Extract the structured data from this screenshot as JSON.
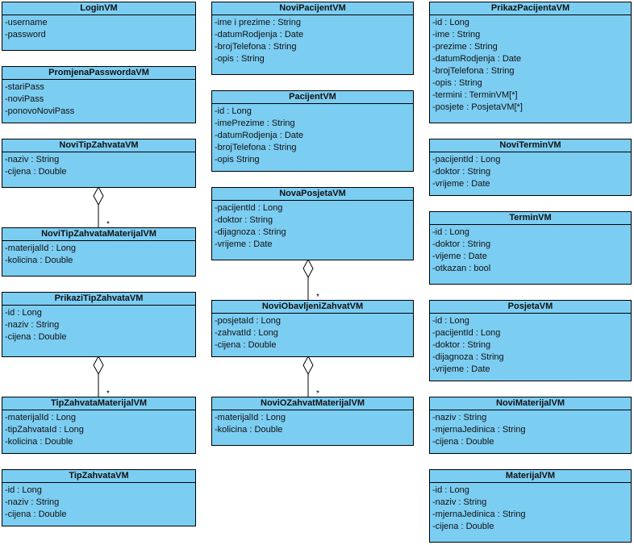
{
  "classes": [
    {
      "name": "LoginVM",
      "attrs": [
        "-username",
        "-password"
      ]
    },
    {
      "name": "PromjenaPasswordaVM",
      "attrs": [
        "-stariPass",
        "-noviPass",
        "-ponovoNoviPass"
      ]
    },
    {
      "name": "NoviTipZahvataVM",
      "attrs": [
        "-naziv : String",
        "-cijena : Double"
      ]
    },
    {
      "name": "NoviTipZahvataMaterijalVM",
      "attrs": [
        "-materijalId : Long",
        "-kolicina : Double"
      ]
    },
    {
      "name": "PrikaziTipZahvataVM",
      "attrs": [
        "-id : Long",
        "-naziv : String",
        "-cijena : Double"
      ]
    },
    {
      "name": "TipZahvataMaterijalVM",
      "attrs": [
        "-materijalId : Long",
        "-tipZahvataId : Long",
        "-kolicina : Double"
      ]
    },
    {
      "name": "TipZahvataVM",
      "attrs": [
        "-id : Long",
        "-naziv : String",
        "-cijena : Double"
      ]
    },
    {
      "name": "NoviPacijentVM",
      "attrs": [
        "-ime i prezime : String",
        "-datumRodjenja : Date",
        "-brojTelefona : String",
        "-opis : String"
      ]
    },
    {
      "name": "PacijentVM",
      "attrs": [
        "-id : Long",
        "-imePrezime : String",
        "-datumRodjenja : Date",
        "-brojTelefona : String",
        "-opis String"
      ]
    },
    {
      "name": "NovaPosjetaVM",
      "attrs": [
        "-pacijentId : Long",
        "-doktor : String",
        "-dijagnoza : String",
        "-vrijeme : Date"
      ]
    },
    {
      "name": "NoviObavljeniZahvatVM",
      "attrs": [
        "-posjetaId : Long",
        "-zahvatId : Long",
        "-cijena : Double"
      ]
    },
    {
      "name": "NoviOZahvatMaterijalVM",
      "attrs": [
        "-materijalId : Long",
        "-kolicina : Double"
      ]
    },
    {
      "name": "PrikazPacijentaVM",
      "attrs": [
        "-id : Long",
        "-ime : String",
        "-prezime : String",
        "-datumRodjenja : Date",
        "-brojTelefona : String",
        "-opis : String",
        "-termini : TerminVM[*]",
        "-posjete : PosjetaVM[*]"
      ]
    },
    {
      "name": "NoviTerminVM",
      "attrs": [
        "-pacijentId : Long",
        "-doktor : String",
        "-vrijeme : Date"
      ]
    },
    {
      "name": "TerminVM",
      "attrs": [
        "-id : Long",
        "-doktor : String",
        "-vijeme : Date",
        "-otkazan : bool"
      ]
    },
    {
      "name": "PosjetaVM",
      "attrs": [
        "-id : Long",
        "-pacijentId : Long",
        "-doktor : String",
        "-dijagnoza : String",
        "-vrijeme : Date"
      ]
    },
    {
      "name": "NoviMaterijalVM",
      "attrs": [
        "-naziv : String",
        "-mjernaJedinica : String",
        "-cijena : Double"
      ]
    },
    {
      "name": "MaterijalVM",
      "attrs": [
        "-id : Long",
        "-naziv : String",
        "-mjernaJedinica : String",
        "-cijena : Double"
      ]
    }
  ],
  "associations": [
    {
      "from": "NoviTipZahvataVM",
      "to": "NoviTipZahvataMaterijalVM",
      "kind": "aggregation",
      "multiplicity": "*"
    },
    {
      "from": "PrikaziTipZahvataVM",
      "to": "TipZahvataMaterijalVM",
      "kind": "aggregation",
      "multiplicity": "*"
    },
    {
      "from": "NovaPosjetaVM",
      "to": "NoviObavljeniZahvatVM",
      "kind": "aggregation",
      "multiplicity": "*"
    },
    {
      "from": "NoviObavljeniZahvatVM",
      "to": "NoviOZahvatMaterijalVM",
      "kind": "aggregation",
      "multiplicity": "*"
    }
  ],
  "colors": {
    "class_fill": "#7ccdf2",
    "border": "#000000"
  }
}
